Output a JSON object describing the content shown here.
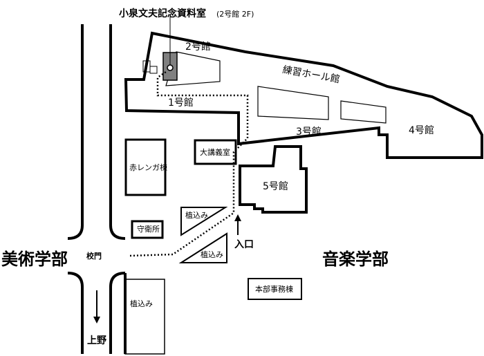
{
  "title": {
    "name": "小泉文夫記念資料室",
    "location": "(2号館 2F)"
  },
  "buildings": {
    "bldg2": "2号館",
    "renshu_hall": "練習ホール館",
    "bldg1": "1号館",
    "bldg3": "3号館",
    "bldg4": "4号館",
    "bldg5": "5号館",
    "lecture_hall": "大講義室",
    "aka_renga": "赤レンガ棟",
    "guard_house": "守衛所",
    "admin": "本部事務棟"
  },
  "plantings": {
    "upper": "植込み",
    "lower": "植込み",
    "left": "植込み"
  },
  "labels": {
    "gate": "校門",
    "entrance": "入口",
    "ueno": "上野",
    "fine_arts": "美術学部",
    "music": "音楽学部"
  },
  "colors": {
    "ink": "#000000",
    "highlight_room": "#808080"
  }
}
